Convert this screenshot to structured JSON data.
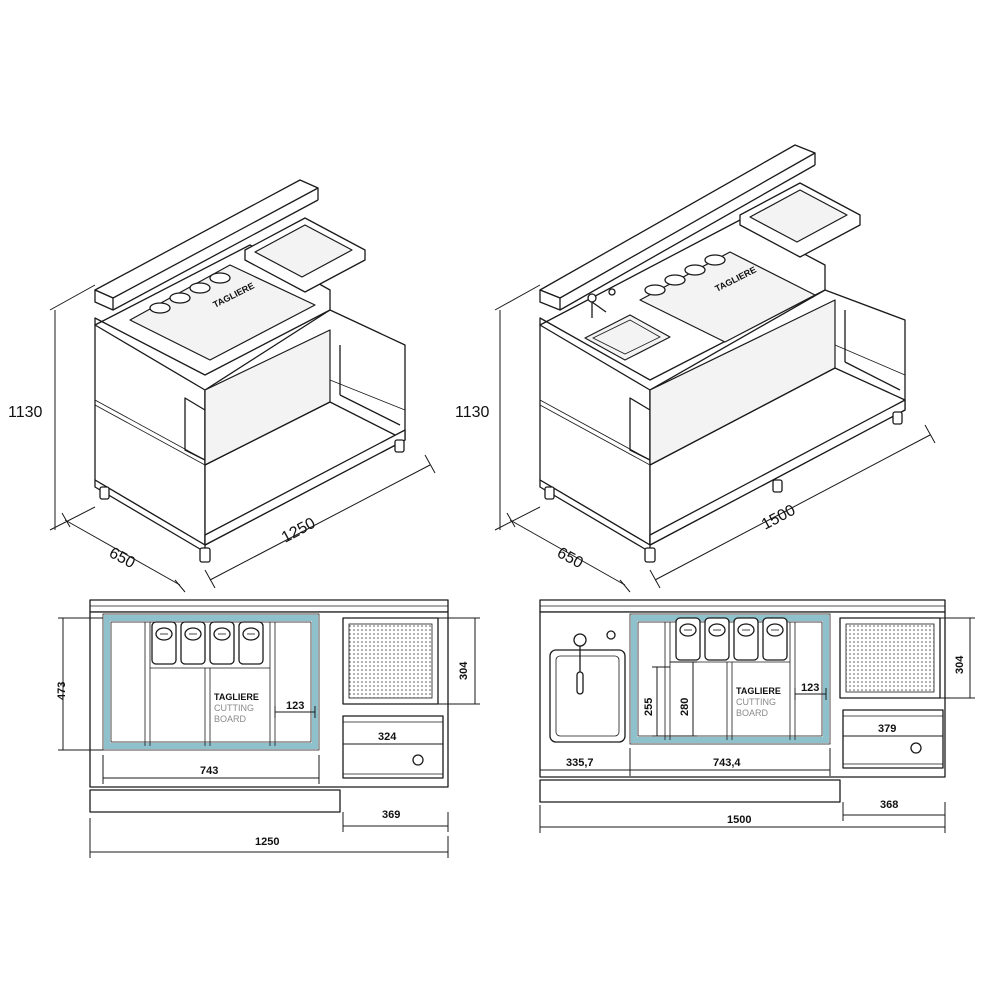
{
  "colors": {
    "outline": "#1a1a1a",
    "highlight": "#8fc1cc",
    "background": "#ffffff",
    "secondary_text": "#8a8a8a"
  },
  "iso_left": {
    "height": "1130",
    "depth": "650",
    "width": "1250"
  },
  "iso_right": {
    "height": "1130",
    "depth": "650",
    "width": "1500"
  },
  "plan_left": {
    "tagliere": "TAGLIERE",
    "cutting": "CUTTING",
    "board": "BOARD",
    "dims": {
      "d473": "473",
      "d304": "304",
      "d123": "123",
      "d324": "324",
      "d743": "743",
      "d369": "369",
      "d1250": "1250"
    }
  },
  "plan_right": {
    "tagliere": "TAGLIERE",
    "cutting": "CUTTING",
    "board": "BOARD",
    "dims": {
      "d255": "255",
      "d280": "280",
      "d123": "123",
      "d304": "304",
      "d379": "379",
      "d335": "335,7",
      "d743": "743,4",
      "d368": "368",
      "d1500": "1500"
    }
  },
  "iso_mini_labels": {
    "tagliere": "TAGLIERE"
  }
}
